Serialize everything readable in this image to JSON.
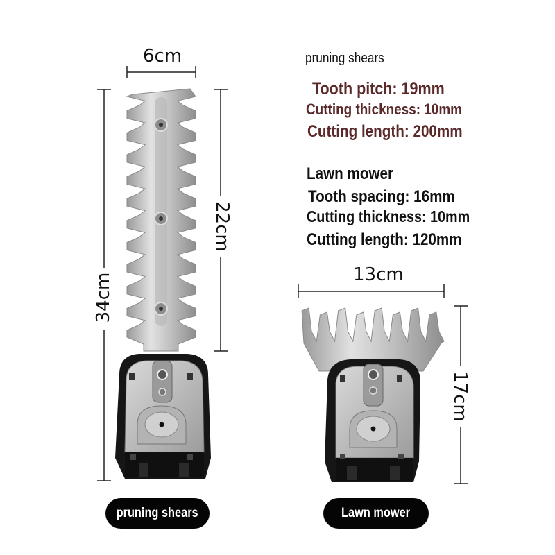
{
  "dimensions": {
    "shears_width": "6cm",
    "shears_total_height": "34cm",
    "shears_blade_height": "22cm",
    "mower_width": "13cm",
    "mower_height": "17cm"
  },
  "specs": {
    "shears": {
      "title": "pruning shears",
      "lines": [
        "Tooth pitch: 19mm",
        "Cutting thickness: 10mm",
        "Cutting length: 200mm"
      ]
    },
    "mower": {
      "title": "Lawn mower",
      "lines": [
        "Tooth spacing: 16mm",
        "Cutting thickness: 10mm",
        "Cutting length: 120mm"
      ]
    }
  },
  "labels": {
    "shears_pill": "pruning shears",
    "mower_pill": "Lawn mower"
  },
  "colors": {
    "blade": "#c8c8c8",
    "housing": "#1a1a1a",
    "spec_accent": "#5a2a2a"
  }
}
